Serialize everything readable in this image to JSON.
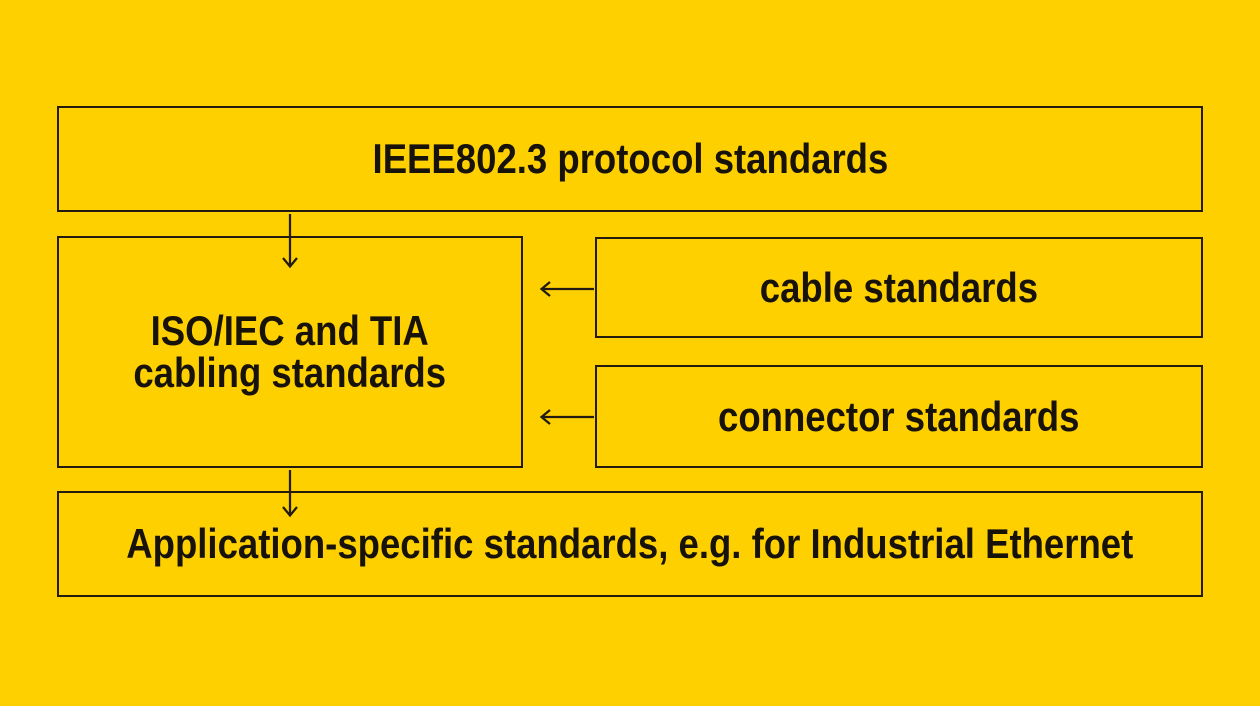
{
  "colors": {
    "background": "#ffd000",
    "line": "#221b0e",
    "text": "#17130b"
  },
  "nodes": {
    "protocol": {
      "label": "IEEE802.3 protocol standards"
    },
    "cabling": {
      "line1": "ISO/IEC and TIA",
      "line2": "cabling standards"
    },
    "cable": {
      "label": "cable standards"
    },
    "connector": {
      "label": "connector standards"
    },
    "application": {
      "label": "Application-specific standards, e.g. for Industrial Ethernet"
    }
  },
  "edges": [
    {
      "from": "protocol",
      "to": "cabling",
      "direction": "down"
    },
    {
      "from": "cable",
      "to": "cabling",
      "direction": "left"
    },
    {
      "from": "connector",
      "to": "cabling",
      "direction": "left"
    },
    {
      "from": "cabling",
      "to": "application",
      "direction": "down"
    }
  ]
}
